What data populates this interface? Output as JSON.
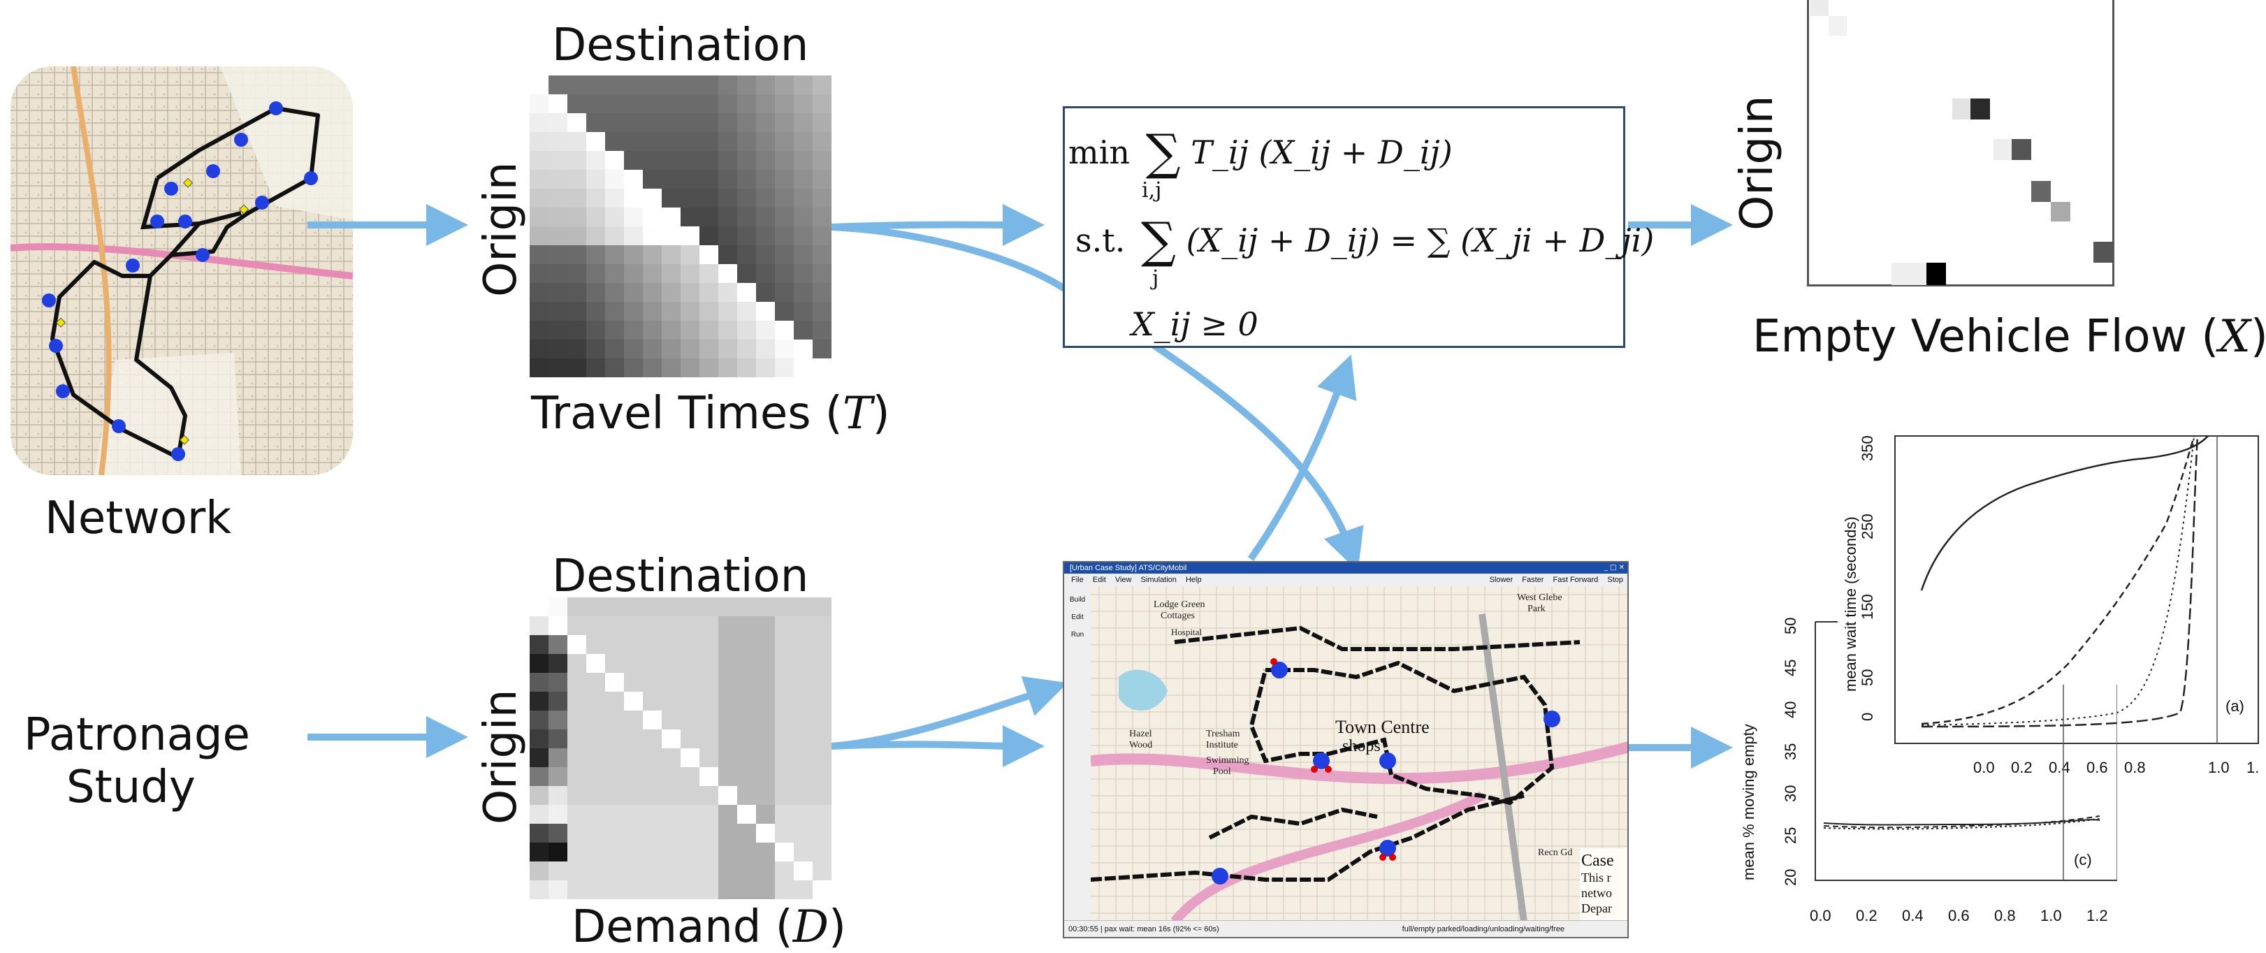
{
  "network": {
    "label": "Network"
  },
  "travel_times": {
    "title": "Destination",
    "side": "Origin",
    "caption_text": "Travel Times (",
    "caption_sym": "T",
    "caption_end": ")"
  },
  "demand": {
    "title": "Destination",
    "side": "Origin",
    "caption_text": "Demand (",
    "caption_sym": "D",
    "caption_end": ")"
  },
  "patronage": {
    "line1": "Patronage",
    "line2": "Study"
  },
  "optimization": {
    "line1_op": "min",
    "line1_expr": "T_ij (X_ij + D_ij)",
    "line1_sub": "i,j",
    "line2_op": "s.t.",
    "line2_expr": "(X_ij + D_ij) = ∑ (X_ji + D_ji)",
    "line2_sub": "j",
    "line3_expr": "X_ij ≥ 0"
  },
  "empty_flow": {
    "side": "Origin",
    "caption_text": "Empty Vehicle Flow (",
    "caption_sym": "X",
    "caption_end": ")"
  },
  "simulation": {
    "window_title": "[Urban Case Study] ATS/CityMobil",
    "menu": [
      "File",
      "Edit",
      "View",
      "Simulation",
      "Help"
    ],
    "controls": [
      "Slower",
      "Faster",
      "Fast Forward",
      "Stop"
    ],
    "tools": [
      "Build",
      "Edit",
      "Run"
    ],
    "map_labels": [
      "Lodge Green",
      "Cottages",
      "Hospital",
      "Town Centre",
      "shops",
      "Tresham",
      "Institute",
      "Swimming",
      "Pool",
      "Hazel",
      "Wood",
      "West Glebe",
      "Park",
      "Recn Gd",
      "Case",
      "This r",
      "netwo",
      "Depar"
    ],
    "status": "00:30:55 | pax wait: mean 16s (92% <= 60s)",
    "legend": "full/empty  parked/loading/unloading/waiting/free"
  },
  "wait_plot": {
    "ylabel": "mean wait time (seconds)",
    "yticks": [
      "0",
      "50",
      "150",
      "250",
      "350"
    ],
    "xticks": [
      "0.0",
      "0.2",
      "0.4",
      "0.6",
      "0.8",
      "1.0",
      "1."
    ],
    "panel": "(a)"
  },
  "empty_plot": {
    "ylabel": "mean % moving empty",
    "yticks": [
      "20",
      "25",
      "30",
      "35",
      "40",
      "45",
      "50"
    ],
    "xticks": [
      "0.0",
      "0.2",
      "0.4",
      "0.6",
      "0.8",
      "1.0",
      "1.2"
    ],
    "panel": "(c)"
  },
  "colors": {
    "arrow": "#79b7e6",
    "box_border": "#2c4a6e",
    "station": "#1f3fe0"
  },
  "icons": [
    "arrow-right-icon",
    "station-icon"
  ]
}
